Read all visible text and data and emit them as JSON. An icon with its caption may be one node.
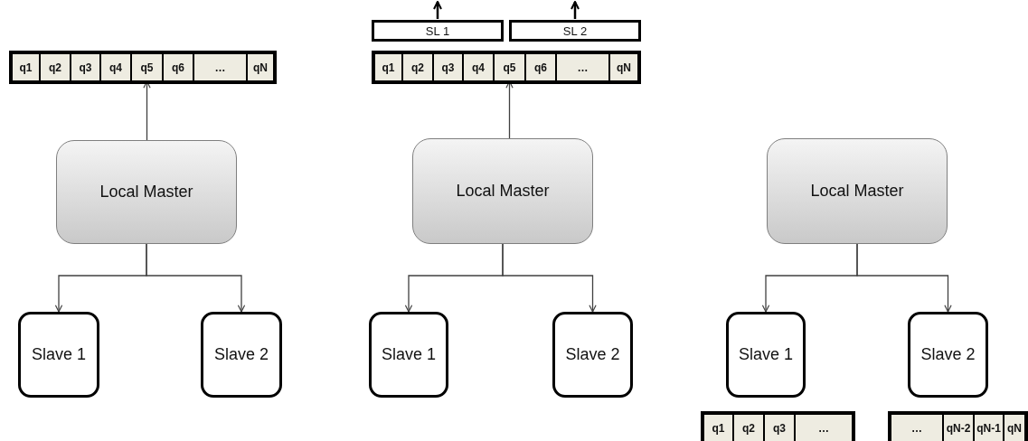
{
  "diagram": {
    "nodes": [
      {
        "text": [],
        "shape": "box"
      },
      {
        "text": [
          "q1"
        ],
        "in": 0
      },
      {
        "text": [
          "q2"
        ],
        "in": 0
      },
      {
        "text": [
          "q3"
        ],
        "in": 0
      },
      {
        "text": [
          "q4"
        ],
        "in": 0
      },
      {
        "text": [
          "q5"
        ],
        "in": 0
      },
      {
        "text": [
          "q6"
        ],
        "in": 0
      },
      {
        "text": [
          "…"
        ],
        "in": 0
      },
      {
        "text": [
          "qN"
        ],
        "in": 0
      },
      {
        "text": [
          "Local Master"
        ]
      },
      {
        "text": [
          "Slave 1"
        ]
      },
      {
        "text": [
          "Slave 2"
        ]
      },
      {
        "text": [
          "SL 1"
        ]
      },
      {
        "text": [
          "SL 2"
        ]
      },
      {
        "text": [],
        "shape": "box"
      },
      {
        "text": [
          "q1"
        ],
        "in": 14
      },
      {
        "text": [
          "q2"
        ],
        "in": 14
      },
      {
        "text": [
          "q3"
        ],
        "in": 14
      },
      {
        "text": [
          "q4"
        ],
        "in": 14
      },
      {
        "text": [
          "q5"
        ],
        "in": 14
      },
      {
        "text": [
          "q6"
        ],
        "in": 14
      },
      {
        "text": [
          "…"
        ],
        "in": 14
      },
      {
        "text": [
          "qN"
        ],
        "in": 14
      },
      {
        "text": [
          "Local Master"
        ]
      },
      {
        "text": [
          "Slave 1"
        ]
      },
      {
        "text": [
          "Slave 2"
        ]
      },
      {
        "text": [
          "Local Master"
        ]
      },
      {
        "text": [
          "Slave 1"
        ]
      },
      {
        "text": [
          "Slave 2"
        ]
      },
      {
        "text": [],
        "shape": "box"
      },
      {
        "text": [
          "q1"
        ],
        "in": 29
      },
      {
        "text": [
          "q2"
        ],
        "in": 29
      },
      {
        "text": [
          "q3"
        ],
        "in": 29
      },
      {
        "text": [
          "…"
        ],
        "in": 29
      },
      {
        "text": [],
        "shape": "box"
      },
      {
        "text": [
          "…"
        ],
        "in": 34
      },
      {
        "text": [
          "qN-2"
        ],
        "in": 34
      },
      {
        "text": [
          "qN-1"
        ],
        "in": 34
      },
      {
        "text": [
          "qN"
        ],
        "in": 34
      }
    ],
    "edges": [
      {
        "from": 9,
        "to": 5,
        "arrow": "to"
      },
      {
        "from": 9,
        "to": 10,
        "arrow": "to"
      },
      {
        "from": 9,
        "to": 11,
        "arrow": "to"
      },
      {
        "from": 12,
        "to": null,
        "arrow": "to"
      },
      {
        "from": 13,
        "to": null,
        "arrow": "to"
      },
      {
        "from": 23,
        "to": 19,
        "arrow": "to"
      },
      {
        "from": 23,
        "to": 24,
        "arrow": "to"
      },
      {
        "from": 23,
        "to": 25,
        "arrow": "to"
      },
      {
        "from": 26,
        "to": 27,
        "arrow": "to"
      },
      {
        "from": 26,
        "to": 28,
        "arrow": "to"
      }
    ]
  }
}
